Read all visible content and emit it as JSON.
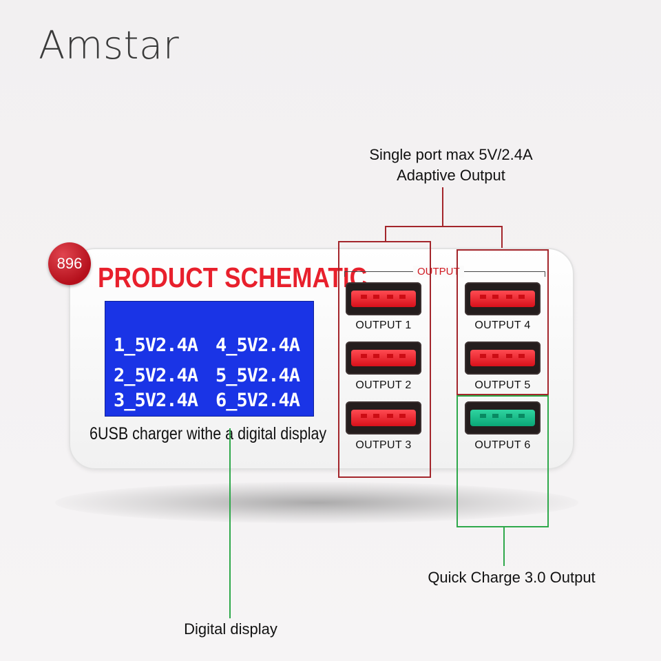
{
  "brand": "Amstar",
  "badge": "896",
  "schematic_title": "PRODUCT SCHEMATIC",
  "subtitle": "6USB charger withe a digital display",
  "lcd": [
    {
      "left": "1_5V2.4A",
      "right": "4_5V2.4A"
    },
    {
      "left": "2_5V2.4A",
      "right": "5_5V2.4A"
    },
    {
      "left": "3_5V2.4A",
      "right": "6_5V2.4A"
    }
  ],
  "output_header": "OUTPUT",
  "ports": [
    {
      "label": "OUTPUT 1",
      "color": "#e8202c"
    },
    {
      "label": "OUTPUT 2",
      "color": "#e8202c"
    },
    {
      "label": "OUTPUT 3",
      "color": "#e8202c"
    },
    {
      "label": "OUTPUT 4",
      "color": "#e8202c"
    },
    {
      "label": "OUTPUT 5",
      "color": "#e8202c"
    },
    {
      "label": "OUTPUT 6",
      "color": "#14c08a"
    }
  ],
  "callouts": {
    "adaptive_line1": "Single port max 5V/2.4A",
    "adaptive_line2": "Adaptive Output",
    "quick_charge": "Quick Charge 3.0 Output",
    "digital_display": "Digital display"
  },
  "colors": {
    "annotation_red": "#a3252b",
    "annotation_green": "#2ea84a",
    "lcd_blue": "#1a34e6",
    "title_red": "#e8202c"
  }
}
